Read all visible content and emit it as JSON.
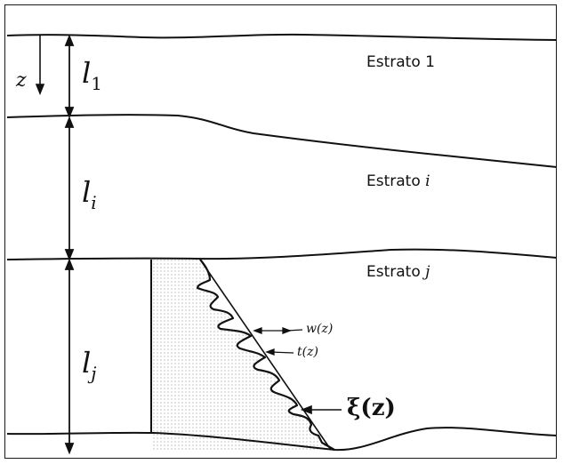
{
  "labels": {
    "z_axis": "z",
    "l1_base": "l",
    "l1_sub": "1",
    "li_base": "l",
    "li_sub": "i",
    "lj_base": "l",
    "lj_sub": "j",
    "stratum_1": "Estrato 1",
    "stratum_i_word": "Estrato",
    "stratum_i_index": "i",
    "stratum_j_word": "Estrato",
    "stratum_j_index": "j",
    "w": "w(z)",
    "t": "t(z)",
    "xi": "ξ(z)"
  },
  "colors": {
    "line": "#111111",
    "stipple": "#b8b8b8"
  }
}
